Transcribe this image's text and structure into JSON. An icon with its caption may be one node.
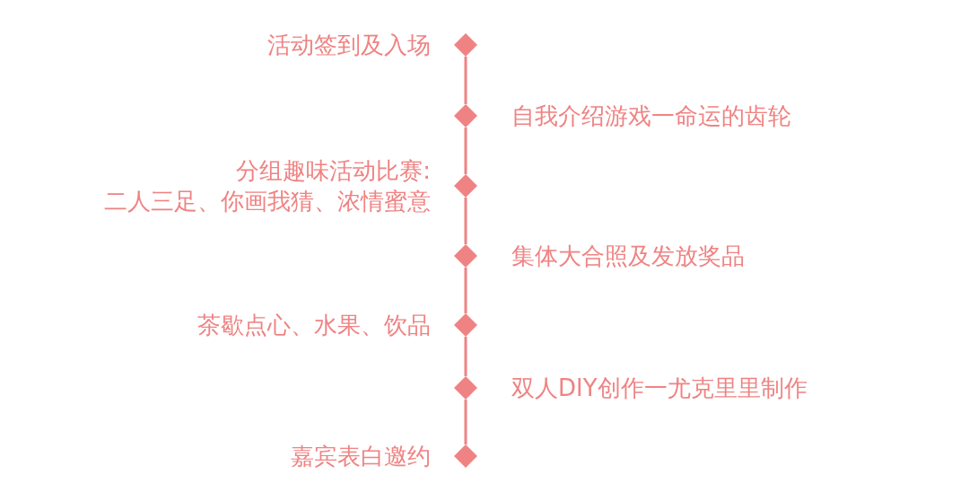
{
  "diagram": {
    "nodes": [
      {
        "text": [],
        "shape": "diamond",
        "beside": [
          "活动签到及入场"
        ]
      },
      {
        "text": [],
        "shape": "diamond",
        "beside": [
          "自我介绍游戏一命运的齿轮"
        ]
      },
      {
        "text": [],
        "shape": "diamond",
        "beside": [
          "分组趣味活动比赛:",
          "二人三足、你画我猜、浓情蜜意"
        ]
      },
      {
        "text": [],
        "shape": "diamond",
        "beside": [
          "集体大合照及发放奖品"
        ]
      },
      {
        "text": [],
        "shape": "diamond",
        "beside": [
          "茶歇点心、水果、饮品"
        ]
      },
      {
        "text": [],
        "shape": "diamond",
        "beside": [
          "双人DIY创作一尤克里里制作"
        ]
      },
      {
        "text": [],
        "shape": "diamond",
        "beside": [
          "嘉宾表白邀约"
        ]
      }
    ],
    "edges": [
      {
        "from": 0,
        "to": 1,
        "arrow": "none"
      },
      {
        "from": 1,
        "to": 2,
        "arrow": "none"
      },
      {
        "from": 2,
        "to": 3,
        "arrow": "none"
      },
      {
        "from": 3,
        "to": 4,
        "arrow": "none"
      },
      {
        "from": 4,
        "to": 5,
        "arrow": "none"
      },
      {
        "from": 5,
        "to": 6,
        "arrow": "none"
      }
    ]
  }
}
